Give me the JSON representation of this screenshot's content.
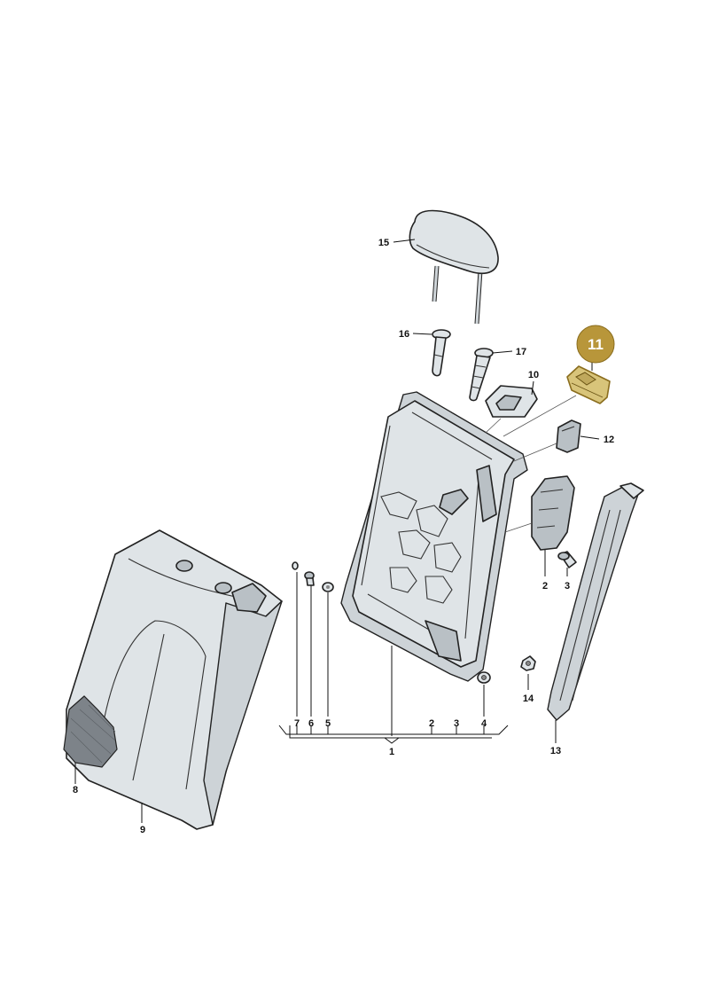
{
  "labels": {
    "l1": "1",
    "l2a": "2",
    "l2b": "2",
    "l3a": "3",
    "l3b": "3",
    "l4": "4",
    "l5": "5",
    "l6": "6",
    "l7": "7",
    "l8": "8",
    "l9": "9",
    "l10": "10",
    "l11": "11",
    "l12": "12",
    "l13": "13",
    "l14": "14",
    "l15": "15",
    "l16": "16",
    "l17": "17"
  },
  "highlight": {
    "part": "11",
    "badge_color": "#b8963a",
    "part_color": "#d8c47a"
  }
}
